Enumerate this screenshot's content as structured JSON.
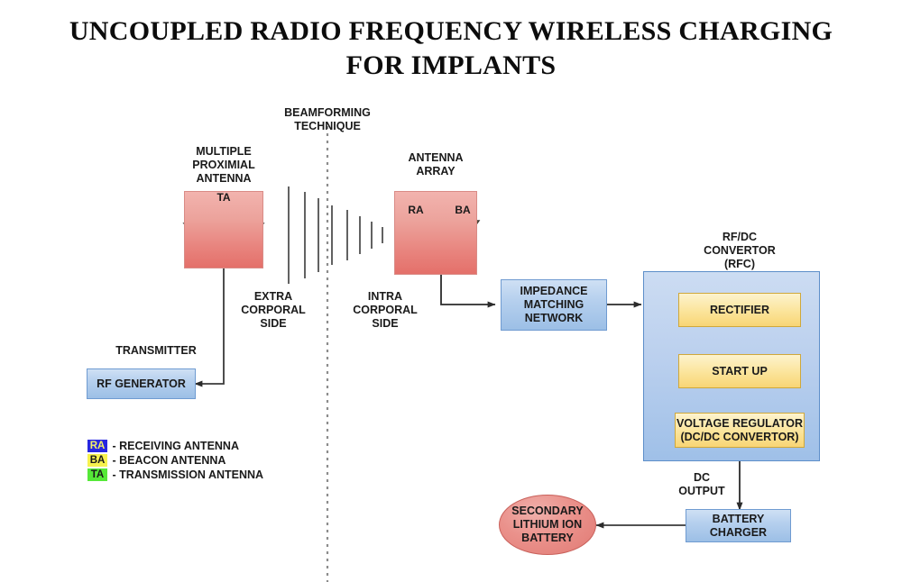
{
  "title": "UNCOUPLED RADIO FREQUENCY WIRELESS CHARGING FOR IMPLANTS",
  "labels": {
    "beamforming": "BEAMFORMING\nTECHNIQUE",
    "multiple_proximal_antenna": "MULTIPLE\nPROXIMIAL\nANTENNA",
    "antenna_array": "ANTENNA\nARRAY",
    "extra_corporal_side": "EXTRA\nCORPORAL\nSIDE",
    "intra_corporal_side": "INTRA\nCORPORAL\nSIDE",
    "transmitter": "TRANSMITTER",
    "rfdc_convertor": "RF/DC\nCONVERTOR\n(RFC)",
    "dc_output": "DC\nOUTPUT"
  },
  "antennas": {
    "transmit_label": "TA",
    "receive_label": "RA",
    "beacon_label": "BA",
    "transmit_color": "#55e838",
    "receive_color": "#2727e0",
    "beacon_color": "#f7f24f"
  },
  "blocks": {
    "rf_generator": "RF GENERATOR",
    "impedance_matching_network": "IMPEDANCE\nMATCHING\nNETWORK",
    "rectifier": "RECTIFIER",
    "start_up": "START UP",
    "voltage_regulator": "VOLTAGE REGULATOR\n(DC/DC CONVERTOR)",
    "battery_charger": "BATTERY\nCHARGER",
    "secondary_battery": "SECONDARY\nLITHIUM ION\nBATTERY"
  },
  "legend": [
    {
      "key": "RA",
      "text": " - RECEIVING ANTENNA",
      "bg": "#2727e0",
      "fg": "#f2f06a"
    },
    {
      "key": "BA",
      "text": " - BEACON ANTENNA",
      "bg": "#f7f24f",
      "fg": "#1a1a1a"
    },
    {
      "key": "TA",
      "text": " - TRANSMISSION ANTENNA",
      "bg": "#55e838",
      "fg": "#1a1a1a"
    }
  ],
  "colors": {
    "red_box": "#e8827c",
    "blue_box": "#b6d0ee",
    "amber_box": "#fbe49a",
    "connector": "#404040",
    "divider": "#8a8a8a"
  }
}
